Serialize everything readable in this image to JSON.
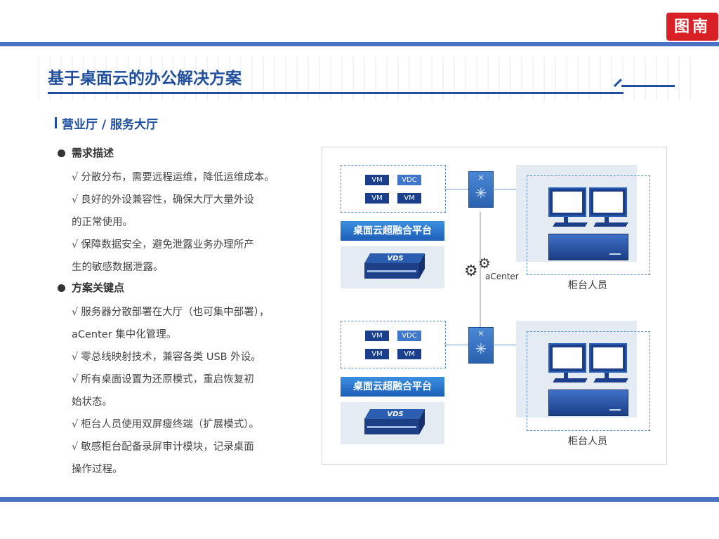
{
  "logo": {
    "text": "图南"
  },
  "title": "基于桌面云的办公解决方案",
  "section": "营业厅 / 服务大厅",
  "left": {
    "bullets": [
      {
        "heading": "需求描述",
        "lines": [
          {
            "check": "√",
            "text": "分散分布，需要远程运维，降低运维成本。",
            "cont": false
          },
          {
            "check": "√",
            "text": "良好的外设兼容性，确保大厅大量外设",
            "cont": false
          },
          {
            "check": "",
            "text": "的正常使用。",
            "cont": true
          },
          {
            "check": "√",
            "text": "保障数据安全，避免泄露业务办理所产",
            "cont": false
          },
          {
            "check": "",
            "text": "生的敏感数据泄露。",
            "cont": true
          }
        ]
      },
      {
        "heading": "方案关键点",
        "lines": [
          {
            "check": "√",
            "text": "服务器分散部署在大厅（也可集中部署），",
            "cont": false
          },
          {
            "check": "",
            "text": "aCenter 集中化管理。",
            "cont": true
          },
          {
            "check": "√",
            "text": "零总线映射技术，兼容各类 USB 外设。",
            "cont": false
          },
          {
            "check": "√",
            "text": "所有桌面设置为还原模式，重启恢复初",
            "cont": false
          },
          {
            "check": "",
            "text": "始状态。",
            "cont": true
          },
          {
            "check": "√",
            "text": "柜台人员使用双屏瘦终端（扩展模式）。",
            "cont": false
          },
          {
            "check": "√",
            "text": "敏感柜台配备录屏审计模块，记录桌面",
            "cont": false
          },
          {
            "check": "",
            "text": "操作过程。",
            "cont": true
          }
        ]
      }
    ]
  },
  "diagram": {
    "groups": [
      {
        "vms": [
          "VM",
          "VDC",
          "VM",
          "VM"
        ],
        "platform_label": "桌面云超融合平台",
        "server_label": "VDS",
        "counter_label": "柜台人员"
      },
      {
        "vms": [
          "VM",
          "VDC",
          "VM",
          "VM"
        ],
        "platform_label": "桌面云超融合平台",
        "server_label": "VDS",
        "counter_label": "柜台人员"
      }
    ],
    "acenter_label": "aCenter"
  },
  "colors": {
    "brand_blue": "#1f4f9e",
    "bar_blue": "#4a72c4",
    "logo_red": "#d92027"
  }
}
